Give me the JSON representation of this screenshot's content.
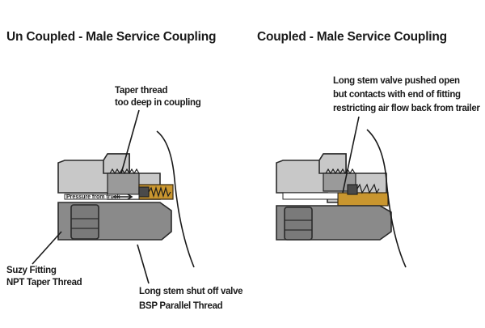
{
  "left_panel": {
    "title": "Un Coupled - Male Service Coupling",
    "callout_taper": [
      "Taper thread",
      "too deep in coupling"
    ],
    "flow_label": "Pressure from truck",
    "callout_suzy": [
      "Suzy Fitting",
      "NPT Taper Thread"
    ],
    "callout_valve": [
      "Long stem shut off valve",
      "BSP Parallel Thread"
    ]
  },
  "right_panel": {
    "title": "Coupled - Male Service Coupling",
    "callout_valve_open": [
      "Long stem valve pushed open",
      "but contacts with end of fitting",
      "restricting air flow back from trailer"
    ]
  }
}
